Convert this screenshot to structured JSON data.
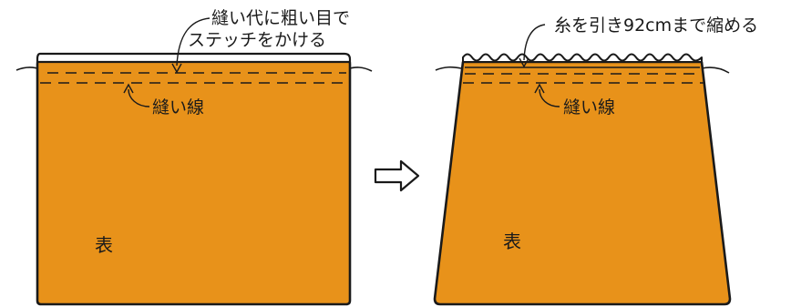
{
  "colors": {
    "fabric": "#E8921A",
    "outline": "#1a1a1a",
    "background": "#ffffff"
  },
  "left_panel": {
    "annotation_top_line1": "縫い代に粗い目で",
    "annotation_top_line2": "ステッチをかける",
    "annotation_seam": "縫い線",
    "body_label": "表"
  },
  "arrow": {
    "icon": "right-outline-arrow-icon"
  },
  "right_panel": {
    "annotation_top": "糸を引き92cmまで縮める",
    "annotation_seam": "縫い線",
    "body_label": "表"
  }
}
